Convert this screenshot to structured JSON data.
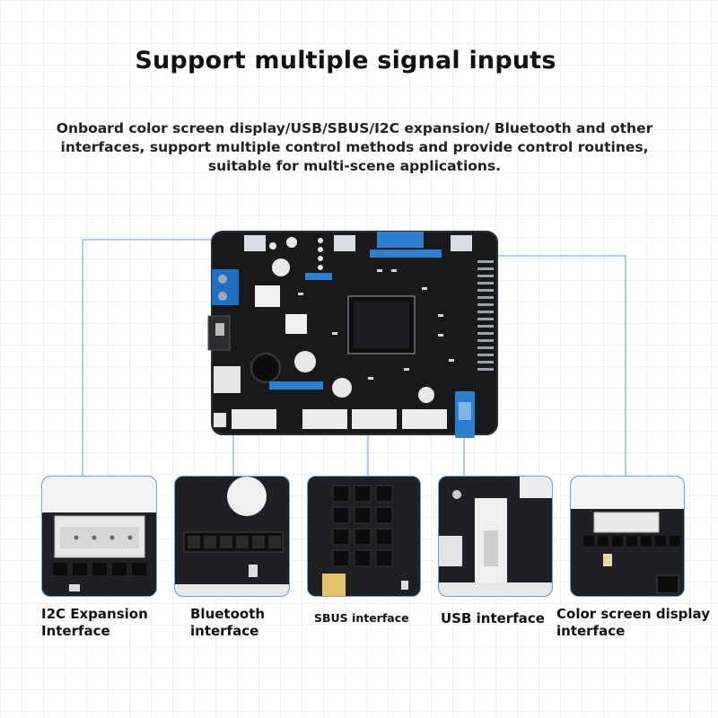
{
  "headline": "Support multiple signal inputs",
  "description": {
    "line1": "Onboard color screen display/USB/SBUS/I2C expansion/ Bluetooth and other",
    "line2": "interfaces, support multiple control methods and provide control routines,",
    "line3": "suitable for multi-scene applications."
  },
  "interfaces": [
    {
      "label_line1": "I2C Expansion",
      "label_line2": "Interface",
      "icon": "i2c-connector-closeup"
    },
    {
      "label_line1": "Bluetooth",
      "label_line2": "interface",
      "icon": "bluetooth-header-closeup"
    },
    {
      "label_line1": "SBUS interface",
      "label_line2": "",
      "icon": "sbus-pins-closeup"
    },
    {
      "label_line1": "USB interface",
      "label_line2": "",
      "icon": "usb-port-closeup"
    },
    {
      "label_line1": "Color screen display",
      "label_line2": "interface",
      "icon": "screen-connector-closeup"
    }
  ],
  "colors": {
    "pcb": "#17191b",
    "accent_blue": "#2f7fd0",
    "leader_line": "#5b9bd5",
    "text": "#111111"
  }
}
